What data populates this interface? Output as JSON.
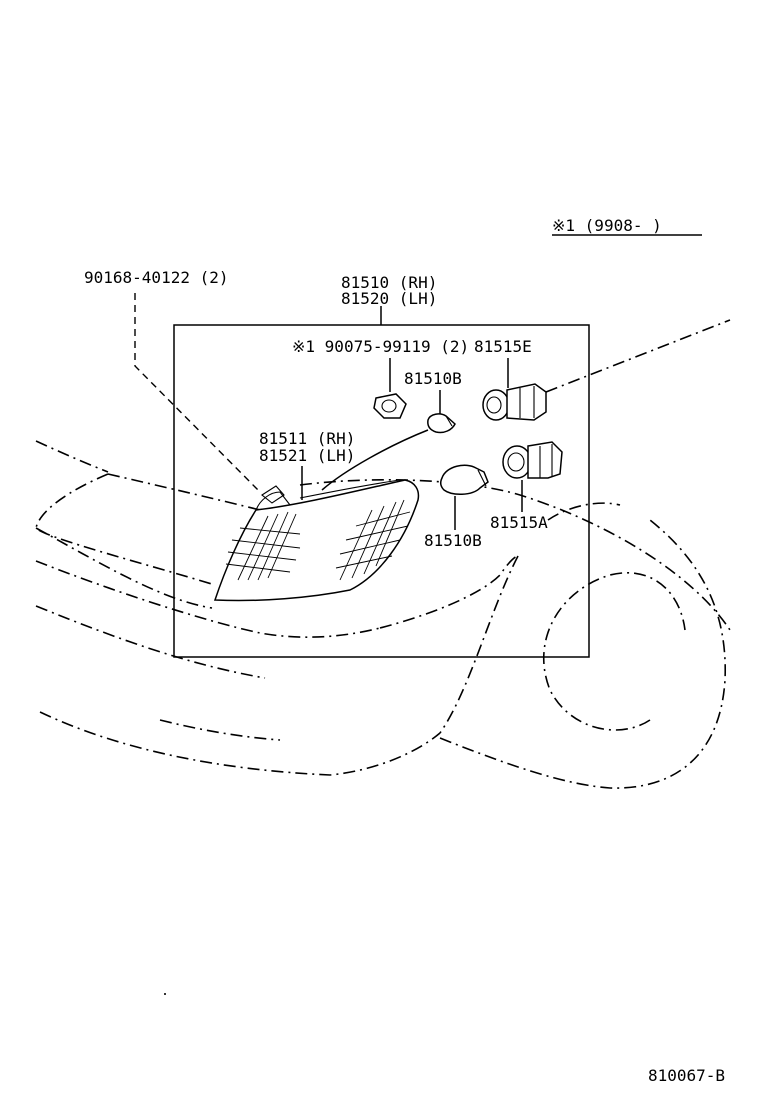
{
  "note_range": "※1 (9908-        )",
  "labels": {
    "screw": "90168-40122 (2)",
    "assembly_rh": "81510 (RH)",
    "assembly_lh": "81520 (LH)",
    "gasket": "※1 90075-99119 (2)",
    "socket_e": "81515E",
    "bulb_b_upper": "81510B",
    "lens_rh": "81511 (RH)",
    "lens_lh": "81521 (LH)",
    "bulb_b_lower": "81510B",
    "socket_a": "81515A"
  },
  "figure_id": "810067-B"
}
